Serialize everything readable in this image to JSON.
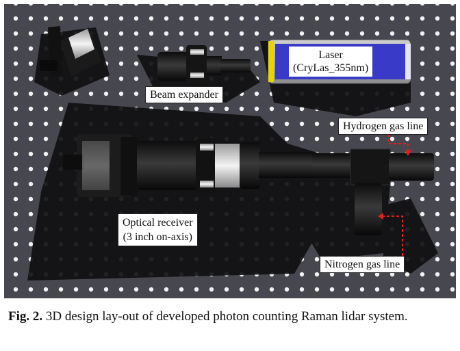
{
  "labels": {
    "laser_line1": "Laser",
    "laser_line2": "(CryLas_355nm)",
    "beam_expander": "Beam expander",
    "hydrogen": "Hydrogen gas line",
    "receiver_line1": "Optical receiver",
    "receiver_line2": "(3 inch on-axis)",
    "nitrogen": "Nitrogen gas line"
  },
  "caption": {
    "figure_number": "Fig. 2.",
    "text": "3D design lay-out of developed photon counting Raman lidar system."
  },
  "colors": {
    "table": "#47474f",
    "laser_window": "#3a3ac8",
    "gas_line_arrow": "#e02020"
  }
}
